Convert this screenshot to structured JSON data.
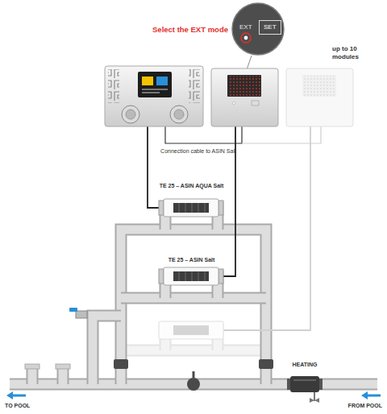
{
  "diagram": {
    "nodes": [
      {
        "text": [
          "EXT"
        ]
      },
      {
        "text": [
          "SET"
        ],
        "in": 0
      },
      {
        "text": [
          "TE 25 – ASIN AQUA Salt"
        ]
      },
      {
        "text": [
          "TE 25 – ASIN Salt"
        ]
      },
      {
        "text": [
          "HEATING"
        ]
      }
    ],
    "labels": [
      "Select the EXT mode",
      "up to 10 modules",
      "Connection cable to ASIN Salt",
      "TO POOL",
      "FROM POOL"
    ]
  }
}
